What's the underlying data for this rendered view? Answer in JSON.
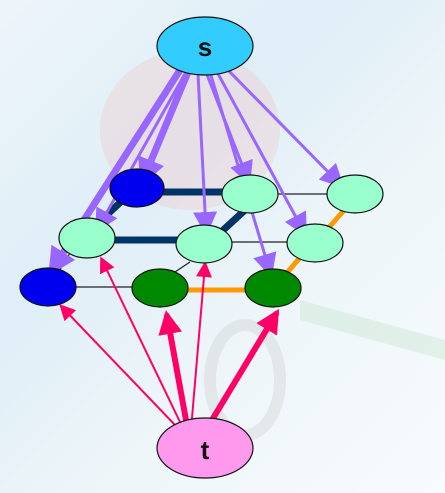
{
  "diagram": {
    "nodes": [
      {
        "id": "s",
        "label": "s",
        "color": "#33ccff"
      },
      {
        "id": "t",
        "label": "t",
        "color": "#ff99ee"
      },
      {
        "id": "a1",
        "label": "",
        "color": "#0000ee"
      },
      {
        "id": "a2",
        "label": "",
        "color": "#99ffcc"
      },
      {
        "id": "a3",
        "label": "",
        "color": "#99ffcc"
      },
      {
        "id": "b1",
        "label": "",
        "color": "#99ffcc"
      },
      {
        "id": "b2",
        "label": "",
        "color": "#99ffcc"
      },
      {
        "id": "b3",
        "label": "",
        "color": "#99ffcc"
      },
      {
        "id": "c1",
        "label": "",
        "color": "#0000ee"
      },
      {
        "id": "c2",
        "label": "",
        "color": "#008800"
      },
      {
        "id": "c3",
        "label": "",
        "color": "#008800"
      }
    ],
    "colors": {
      "grid_edge": "#222222",
      "heavy_edge": "#003366",
      "orange_edge": "#ff9900",
      "source_arrow": "#9966ff",
      "sink_arrow": "#ff0066",
      "node_stroke": "#111111"
    }
  }
}
